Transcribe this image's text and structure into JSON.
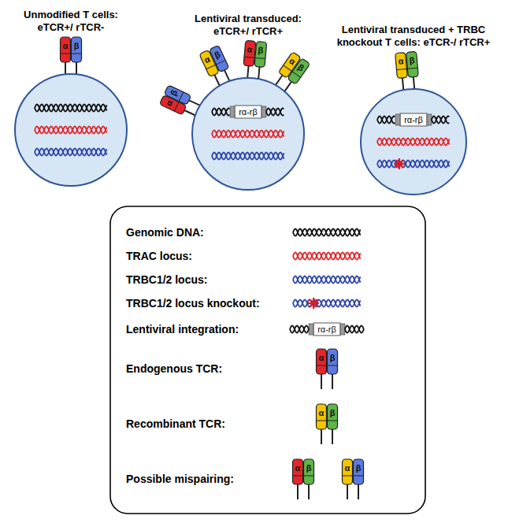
{
  "diagram": {
    "nodes": [
      {
        "text": [
          "Unmodified T cells: eTCR+/ rTCR-"
        ]
      },
      {
        "text": [
          "Lentiviral transduced: eTCR+/ rTCR+",
          "rα-rβ"
        ]
      },
      {
        "text": [
          "Lentiviral transduced + TRBC knockout T cells: eTCR-/ rTCR+",
          "rα-rβ"
        ]
      }
    ],
    "labels": [
      "α",
      "β",
      "α",
      "β",
      "α",
      "β",
      "α",
      "β",
      "α",
      "β",
      "α",
      "β",
      "rα-rβ",
      "α",
      "β",
      "α",
      "β",
      "α",
      "β",
      "α",
      "β"
    ],
    "legend": [
      {
        "text": "Genomic DNA:"
      },
      {
        "text": "TRAC locus:"
      },
      {
        "text": "TRBC1/2 locus:"
      },
      {
        "text": "TRBC1/2 locus knockout:"
      },
      {
        "text": "Lentiviral integration:"
      },
      {
        "text": "Endogenous TCR:"
      },
      {
        "text": "Recombinant TCR:"
      },
      {
        "text": "Possible mispairing:"
      }
    ]
  }
}
